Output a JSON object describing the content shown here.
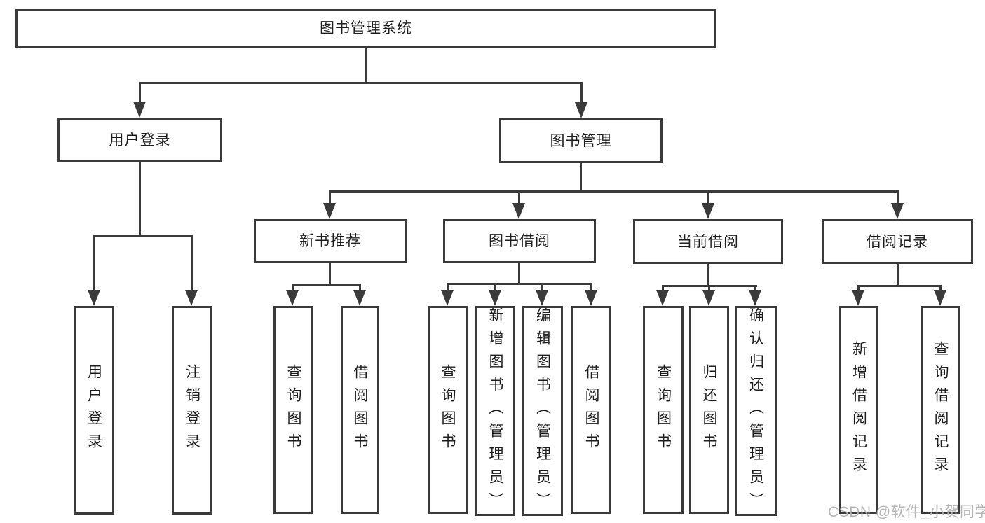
{
  "diagram": {
    "root": {
      "label": "图书管理系统"
    },
    "branches": {
      "user_login": {
        "label": "用户登录",
        "children": [
          {
            "label": "用户登录"
          },
          {
            "label": "注销登录"
          }
        ]
      },
      "book_management": {
        "label": "图书管理",
        "sections": [
          {
            "label": "新书推荐",
            "children": [
              {
                "label": "查询图书"
              },
              {
                "label": "借阅图书"
              }
            ]
          },
          {
            "label": "图书借阅",
            "children": [
              {
                "label": "查询图书"
              },
              {
                "label": "新增图书（管理员）"
              },
              {
                "label": "编辑图书（管理员）"
              },
              {
                "label": "借阅图书"
              }
            ]
          },
          {
            "label": "当前借阅",
            "children": [
              {
                "label": "查询图书"
              },
              {
                "label": "归还图书"
              },
              {
                "label": "确认归还（管理员）"
              }
            ]
          },
          {
            "label": "借阅记录",
            "children": [
              {
                "label": "新增借阅记录"
              },
              {
                "label": "查询借阅记录"
              }
            ]
          }
        ]
      }
    },
    "watermark": "CSDN @软件_小贺同学",
    "colors": {
      "line": "#3a3a3a",
      "text": "#1d1d1d",
      "watermark": "#b2b2b2",
      "background": "#ffffff"
    }
  }
}
